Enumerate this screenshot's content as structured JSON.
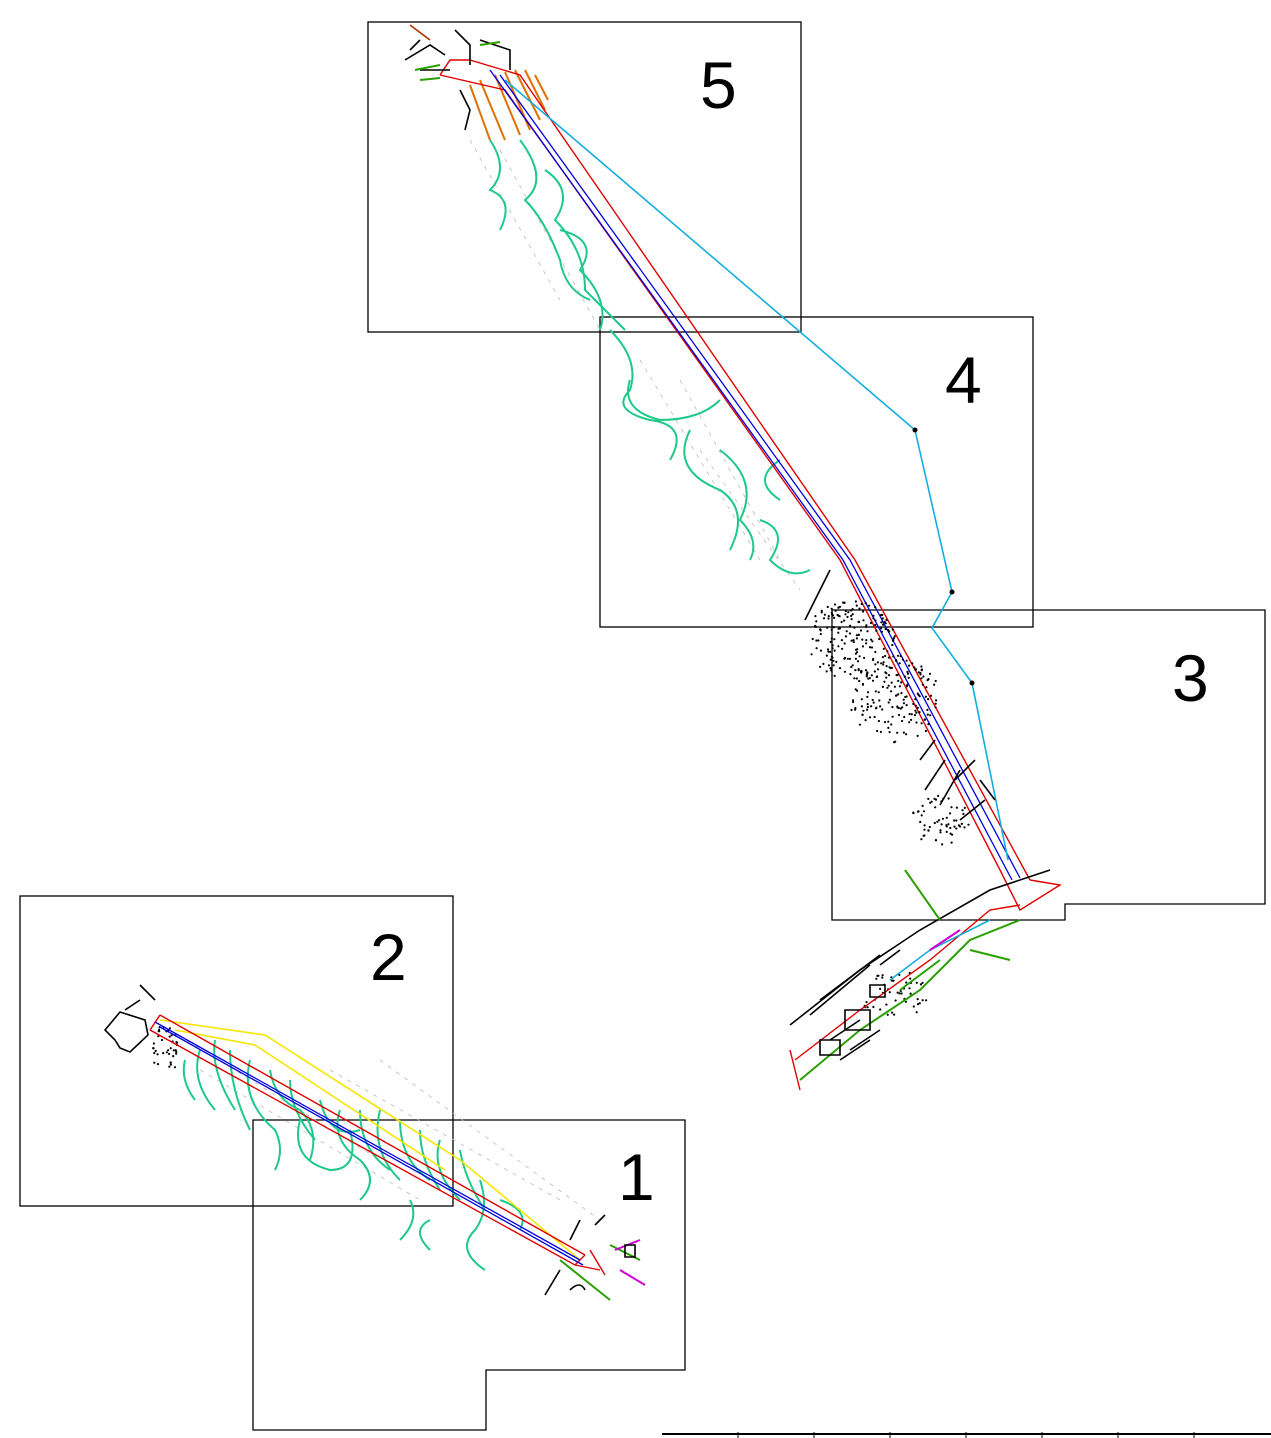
{
  "sheets": [
    {
      "label": "1"
    },
    {
      "label": "2"
    },
    {
      "label": "3"
    },
    {
      "label": "4"
    },
    {
      "label": "5"
    }
  ],
  "colors": {
    "frame": "#000000",
    "alignment_edge": "#e00000",
    "centerline": "#0000e0",
    "utility_line": "#12aee0",
    "contour": "#1ec98a",
    "yellow_offset": "#f5e600",
    "structures": "#000000",
    "vegetation": "#2aa000",
    "hatch": "#e07000"
  }
}
